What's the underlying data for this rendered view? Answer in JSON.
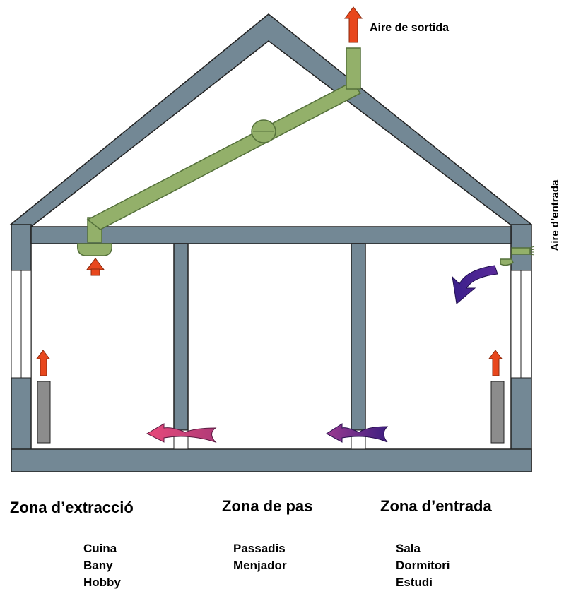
{
  "labels": {
    "exhaust_air": "Aire de sortida",
    "supply_air": "Aire d’entrada"
  },
  "zones": [
    {
      "title": "Zona d’extracció",
      "rooms": [
        "Cuina",
        "Bany",
        "Hobby"
      ]
    },
    {
      "title": "Zona de pas",
      "rooms": [
        "Passadis",
        "Menjador"
      ]
    },
    {
      "title": "Zona d’entrada",
      "rooms": [
        "Sala",
        "Dormitori",
        "Estudi"
      ]
    }
  ],
  "colors": {
    "wall": "#738895",
    "duct": "#93b06a",
    "duct_outline": "#54703a",
    "heat_arrow": "#e8471d",
    "supply_arrow": "#3a1f8a",
    "exhaust_flow": "#c84a7c",
    "transfer_flow": "#6a2f8e",
    "radiator": "#8c8c8c"
  },
  "icons": [
    "exhaust-fan-icon",
    "supply-vent-icon",
    "exhaust-vent-icon",
    "radiator-icon",
    "window-icon"
  ]
}
